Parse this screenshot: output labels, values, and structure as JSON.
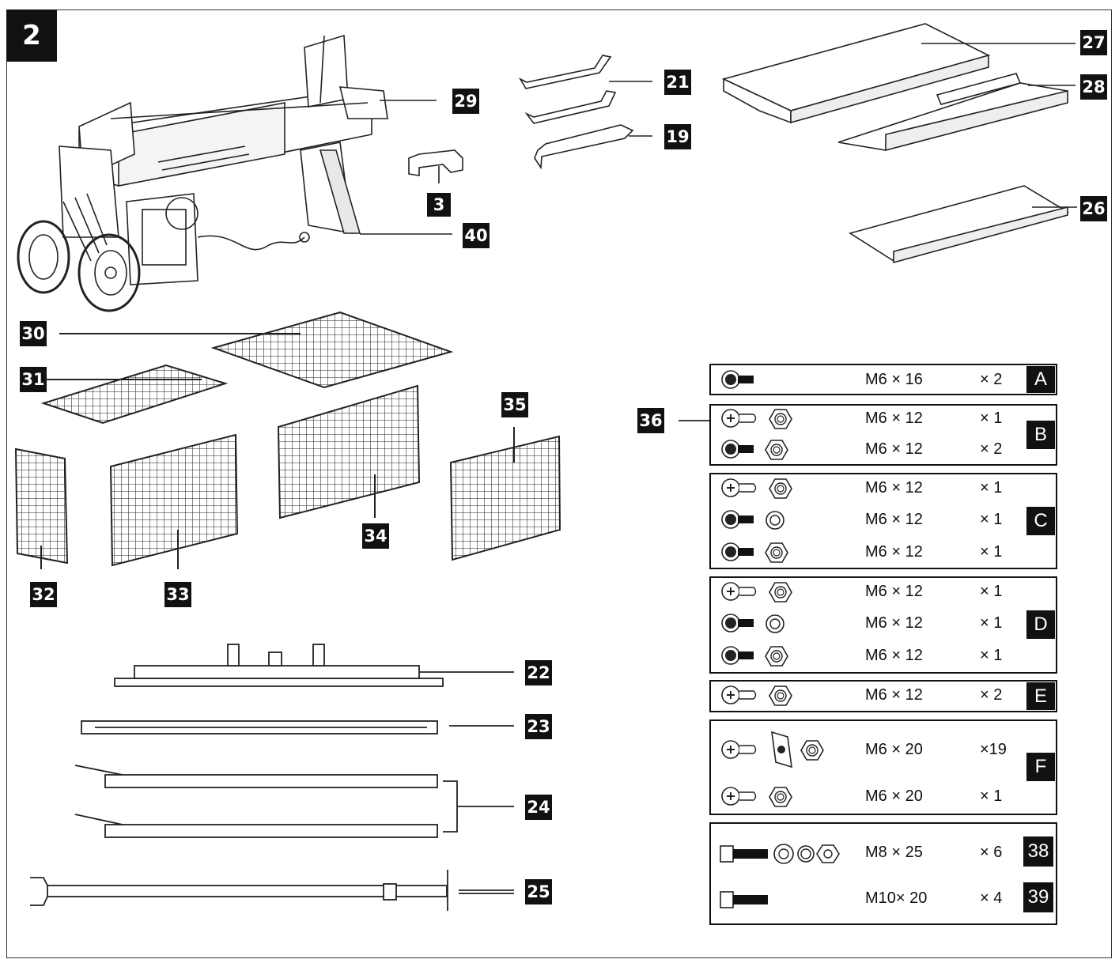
{
  "figure_number": "2",
  "callouts": {
    "c3": "3",
    "c19": "19",
    "c21": "21",
    "c22": "22",
    "c23": "23",
    "c24": "24",
    "c25": "25",
    "c26": "26",
    "c27": "27",
    "c28": "28",
    "c29": "29",
    "c30": "30",
    "c31": "31",
    "c32": "32",
    "c33": "33",
    "c34": "34",
    "c35": "35",
    "c36": "36",
    "c40": "40"
  },
  "hardware_groups": [
    {
      "letter": "A",
      "rows": [
        {
          "icons": [
            "hex-bolt-icon"
          ],
          "spec": "M6 × 16",
          "qty": "× 2"
        }
      ]
    },
    {
      "letter": "B",
      "rows": [
        {
          "icons": [
            "phillips-screw-icon",
            "nut-icon"
          ],
          "spec": "M6 × 12",
          "qty": "× 1"
        },
        {
          "icons": [
            "hex-bolt-icon",
            "nut-icon"
          ],
          "spec": "M6 × 12",
          "qty": "× 2"
        }
      ]
    },
    {
      "letter": "C",
      "rows": [
        {
          "icons": [
            "phillips-screw-icon",
            "nut-icon"
          ],
          "spec": "M6 × 12",
          "qty": "× 1"
        },
        {
          "icons": [
            "hex-bolt-icon",
            "washer-icon"
          ],
          "spec": "M6 × 12",
          "qty": "× 1"
        },
        {
          "icons": [
            "hex-bolt-icon",
            "nut-icon"
          ],
          "spec": "M6 × 12",
          "qty": "× 1"
        }
      ]
    },
    {
      "letter": "D",
      "rows": [
        {
          "icons": [
            "phillips-screw-icon",
            "nut-icon"
          ],
          "spec": "M6 × 12",
          "qty": "× 1"
        },
        {
          "icons": [
            "hex-bolt-icon",
            "washer-icon"
          ],
          "spec": "M6 × 12",
          "qty": "× 1"
        },
        {
          "icons": [
            "hex-bolt-icon",
            "nut-icon"
          ],
          "spec": "M6 × 12",
          "qty": "× 1"
        }
      ]
    },
    {
      "letter": "E",
      "rows": [
        {
          "icons": [
            "phillips-screw-icon",
            "nut-icon"
          ],
          "spec": "M6 × 12",
          "qty": "× 2"
        }
      ]
    },
    {
      "letter": "F",
      "rows": [
        {
          "icons": [
            "phillips-screw-icon",
            "clip-nut-icon",
            "nut-icon"
          ],
          "spec": "M6 × 20",
          "qty": "×19"
        },
        {
          "icons": [
            "phillips-screw-icon",
            "nut-icon"
          ],
          "spec": "M6 × 20",
          "qty": "× 1"
        }
      ]
    }
  ],
  "long_bolts": [
    {
      "tag": "38",
      "spec": "M8 × 25",
      "qty": "× 6"
    },
    {
      "tag": "39",
      "spec": "M10× 20",
      "qty": "× 4"
    }
  ]
}
